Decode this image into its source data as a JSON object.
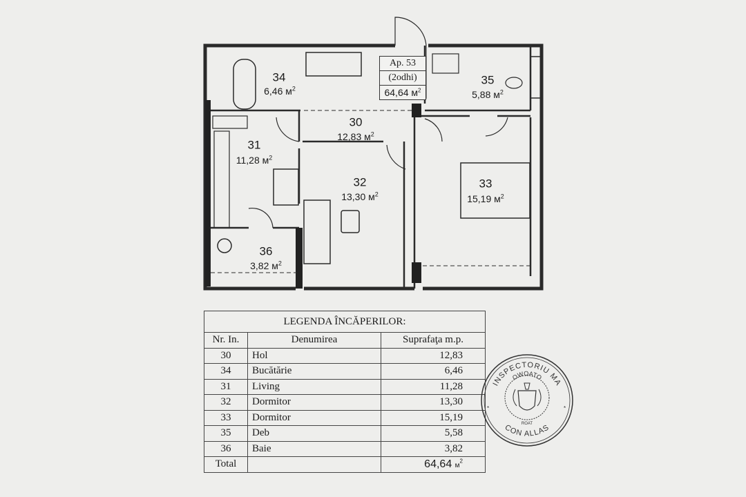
{
  "apartment": {
    "number": "Ap. 53",
    "type": "(2odhi)",
    "area": "64,64",
    "unit": "м",
    "unit_power": "2"
  },
  "rooms": [
    {
      "nr": "34",
      "area": "6,46"
    },
    {
      "nr": "30",
      "area": "12,83"
    },
    {
      "nr": "31",
      "area": "11,28"
    },
    {
      "nr": "32",
      "area": "13,30"
    },
    {
      "nr": "33",
      "area": "15,19"
    },
    {
      "nr": "35",
      "area": "5,88"
    },
    {
      "nr": "36",
      "area": "3,82"
    }
  ],
  "legend": {
    "title": "LEGENDA ÎNCĂPERILOR:",
    "headers": [
      "Nr. In.",
      "Denumirea",
      "Suprafaţa m.p."
    ],
    "rows": [
      {
        "nr": "30",
        "name": "Hol",
        "area": "12,83"
      },
      {
        "nr": "34",
        "name": "Bucătărie",
        "area": "6,46"
      },
      {
        "nr": "31",
        "name": "Living",
        "area": "11,28"
      },
      {
        "nr": "32",
        "name": "Dormitor",
        "area": "13,30"
      },
      {
        "nr": "33",
        "name": "Dormitor",
        "area": "15,19"
      },
      {
        "nr": "35",
        "name": "Deb",
        "area": "5,58"
      },
      {
        "nr": "36",
        "name": "Baie",
        "area": "3,82"
      }
    ],
    "total_label": "Total",
    "total_value": "64,64"
  },
  "stamp": {
    "top_text": "INSPECTORIU MA",
    "inner_text": "OWOATO",
    "bottom_text": "CON ALLAS",
    "small_text": "ROAT"
  }
}
